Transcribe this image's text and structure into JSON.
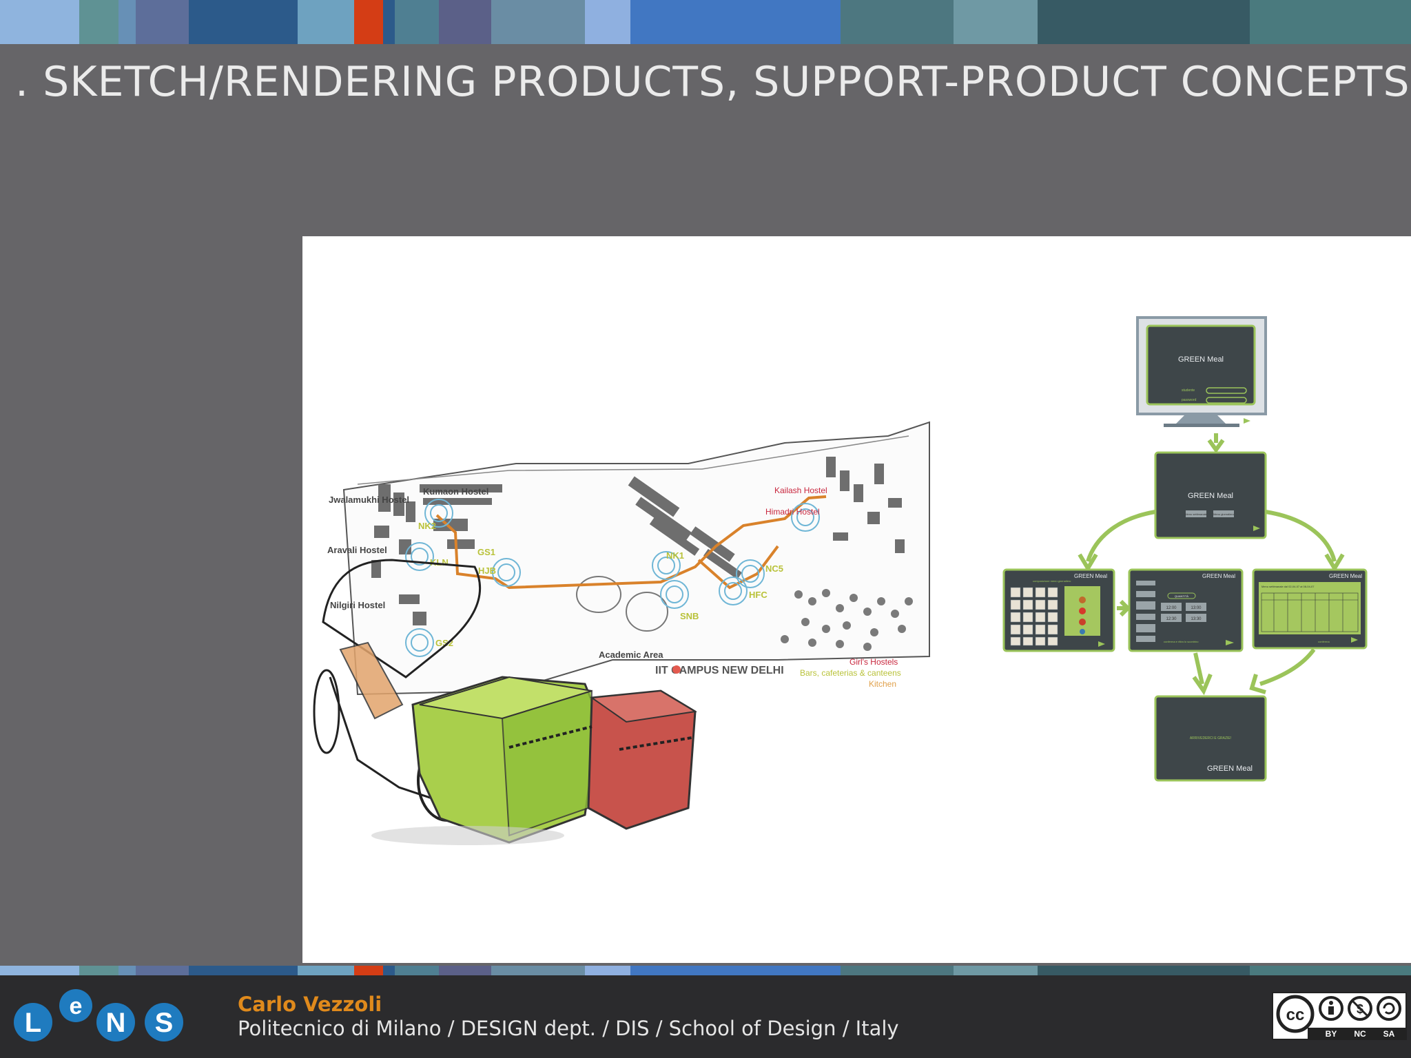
{
  "slide": {
    "title": ". SKETCH/RENDERING PRODUCTS, SUPPORT-PRODUCT CONCEPTS"
  },
  "top_stripes": [
    "#8fb4de",
    "#5f9294",
    "#6790b6",
    "#5d6e9a",
    "#2c5a8a",
    "#6ea2c0",
    "#d43d15",
    "#4f7f92",
    "#5b6088",
    "#6a8da4",
    "#8fb0e0",
    "#4177c2",
    "#4d7780",
    "#6f99a4",
    "#375a64",
    "#4a7a7e"
  ],
  "sketch_map": {
    "labels": {
      "jwalamukhi": "Jwalamukhi Hostel",
      "aravali": "Aravali Hostel",
      "nilgiri": "Nilgiri Hostel",
      "kumaon": "Kumaon Hostel",
      "kailash": "Kailash Hostel",
      "himadri": "Himadri Hostel",
      "academic": "Academic Area",
      "campus_title": "IIT CAMPUS NEW DELHI",
      "legend_1": "Girl's Hostels",
      "legend_2": "Bars, cafeterias & canteens",
      "legend_3": "Kitchen"
    },
    "nodes": [
      "NK2",
      "KLN",
      "HJB",
      "GS1",
      "NK1",
      "NC5",
      "SNB",
      "HFC",
      "GS2"
    ]
  },
  "greenmeal": {
    "brand": "GREEN Meal",
    "login": {
      "field_1": "studente",
      "field_2": "password"
    },
    "menu_buttons": [
      "Menu settimanale",
      "Menu giornaliero"
    ],
    "screen_tab": "composizione menù giornaliero",
    "quantity_label": "QUANTITÀ",
    "times": [
      "12:00",
      "12:30",
      "13:00",
      "13:30"
    ],
    "confirm_text": "conferma e ritira lo scontrino",
    "weekly_title": "Menu settimanale dal 02-04-07 al 08-04-07",
    "weekly_confirm": "conferma",
    "goodbye": "ARRIVEDERCI E GRAZIE!"
  },
  "footer": {
    "author": "Carlo Vezzoli",
    "affiliation": "Politecnico di Milano / DESIGN dept. / DIS / School of Design / Italy",
    "logo_text": "LeNS",
    "license_labels": [
      "BY",
      "NC",
      "SA"
    ]
  }
}
